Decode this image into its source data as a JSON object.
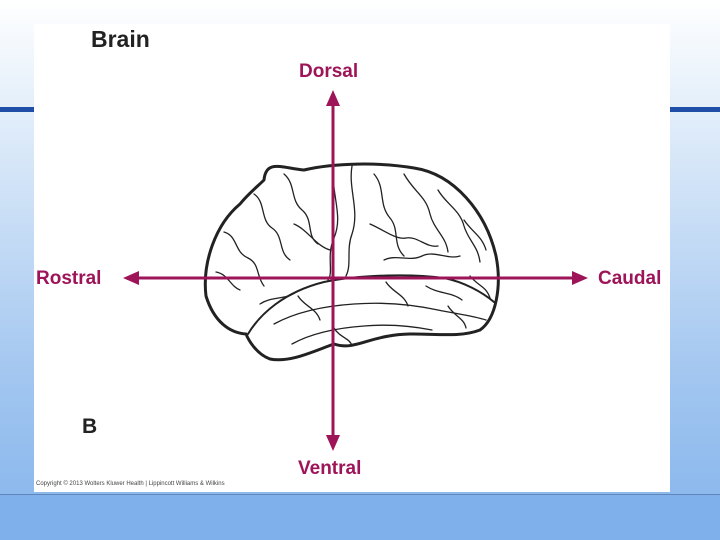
{
  "figure": {
    "title": "Brain",
    "panel_label": "B",
    "copyright": "Copyright © 2013 Wolters Kluwer Health | Lippincott Williams & Wilkins"
  },
  "axes": {
    "dorsal": "Dorsal",
    "ventral": "Ventral",
    "rostral": "Rostral",
    "caudal": "Caudal"
  },
  "colors": {
    "arrow": "#9e1458",
    "outline": "#222222",
    "background_top": "#ffffff",
    "background_bottom": "#84b4ec",
    "accent_stripe": "#1f4ea8"
  },
  "icons": {
    "brain": "brain-lateral-view-icon"
  }
}
